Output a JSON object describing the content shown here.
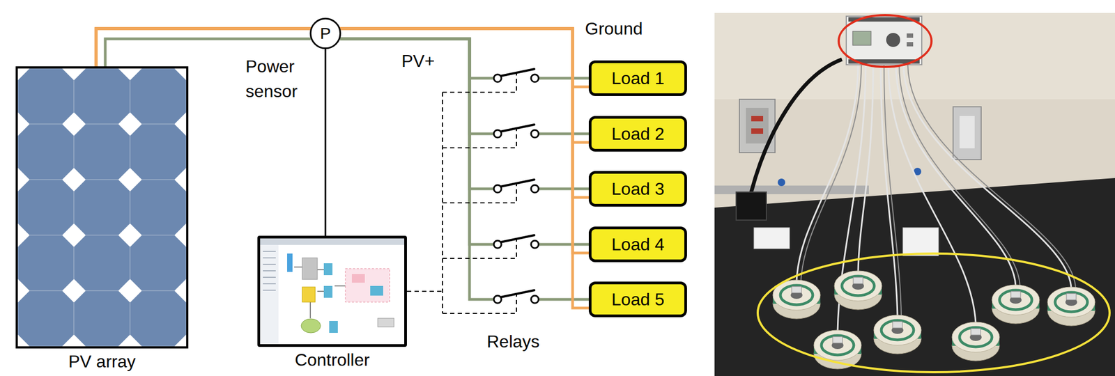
{
  "diagram": {
    "nodes": [
      {
        "text": [
          "PV array"
        ]
      },
      {
        "text": [
          "P"
        ]
      },
      {
        "text": [
          "Controller"
        ]
      },
      {
        "text": [
          "Load 1"
        ]
      },
      {
        "text": [
          "Load 2"
        ]
      },
      {
        "text": [
          "Load 3"
        ]
      },
      {
        "text": [
          "Load 4"
        ]
      },
      {
        "text": [
          "Load 5"
        ]
      }
    ],
    "edges": [
      {
        "from": 0,
        "to": 1,
        "arrow": "none"
      },
      {
        "from": 1,
        "to": 2,
        "arrow": "none"
      },
      {
        "from": 1,
        "to": 3,
        "arrow": "none"
      },
      {
        "from": 1,
        "to": 4,
        "arrow": "none"
      },
      {
        "from": 1,
        "to": 5,
        "arrow": "none"
      },
      {
        "from": 1,
        "to": 6,
        "arrow": "none"
      },
      {
        "from": 1,
        "to": 7,
        "arrow": "none"
      },
      {
        "from": 0,
        "to": 3,
        "arrow": "none"
      },
      {
        "from": 0,
        "to": 4,
        "arrow": "none"
      },
      {
        "from": 0,
        "to": 5,
        "arrow": "none"
      },
      {
        "from": 0,
        "to": 6,
        "arrow": "none"
      },
      {
        "from": 0,
        "to": 7,
        "arrow": "none"
      }
    ],
    "labels": [
      "Power sensor",
      "PV+",
      "Ground",
      "Relays"
    ]
  }
}
